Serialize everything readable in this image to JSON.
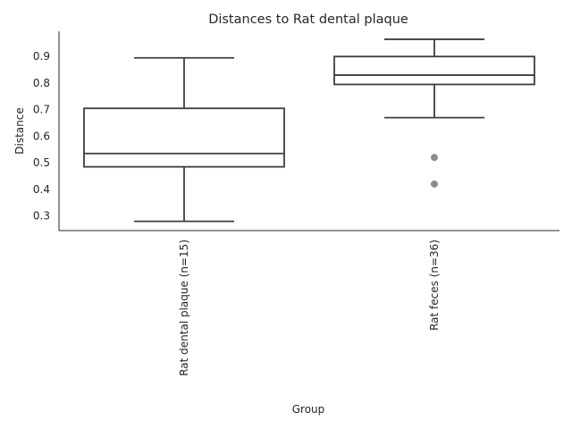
{
  "chart_data": {
    "type": "boxplot",
    "title": "Distances to Rat dental plaque",
    "xlabel": "Group",
    "ylabel": "Distance",
    "ylim": [
      0.245,
      0.995
    ],
    "yticks": [
      0.3,
      0.4,
      0.5,
      0.6,
      0.7,
      0.8,
      0.9
    ],
    "grid": false,
    "categories": [
      "Rat dental plaque (n=15)",
      "Rat feces (n=36)"
    ],
    "boxes": [
      {
        "category": "Rat dental plaque (n=15)",
        "whisker_low": 0.28,
        "q1": 0.485,
        "median": 0.535,
        "q3": 0.705,
        "whisker_high": 0.895,
        "outliers": []
      },
      {
        "category": "Rat feces (n=36)",
        "whisker_low": 0.67,
        "q1": 0.795,
        "median": 0.83,
        "q3": 0.9,
        "whisker_high": 0.965,
        "outliers": [
          0.52,
          0.42
        ]
      }
    ],
    "colors": {
      "box_edge": "#3d3d3d",
      "box_fill": "#ffffff",
      "outlier": "#8c8c8c",
      "text": "#262626"
    }
  }
}
